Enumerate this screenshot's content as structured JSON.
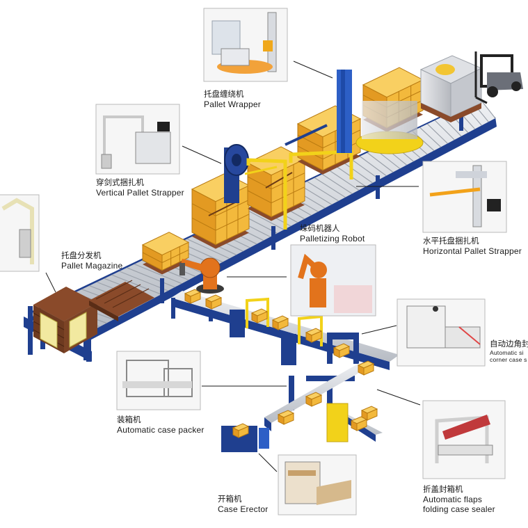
{
  "machines": {
    "pallet_wrapper": {
      "cn": "托盘缠绕机",
      "en": "Pallet Wrapper"
    },
    "vertical_strapper": {
      "cn": "穿剑式捆扎机",
      "en": "Vertical Pallet Strapper"
    },
    "horizontal_strapper": {
      "cn": "水平托盘捆扎机",
      "en": "Horizontal Pallet Strapper"
    },
    "pallet_magazine": {
      "cn": "托盘分发机",
      "en": "Pallet Magazine"
    },
    "palletizing_robot": {
      "cn": "垛码机器人",
      "en": "Palletizing Robot"
    },
    "corner_sealer": {
      "cn": "自动边角封",
      "en_line1": "Automatic si",
      "en_line2": "corner case s"
    },
    "case_packer": {
      "cn": "装箱机",
      "en": "Automatic case packer"
    },
    "flap_sealer": {
      "cn": "折盖封箱机",
      "en_line1": "Automatic flaps",
      "en_line2": "folding case sealer"
    },
    "case_erector": {
      "cn": "开箱机",
      "en": "Case Erector"
    }
  },
  "colors": {
    "frame_blue": "#1f3f8f",
    "roller_grey": "#d5d8dd",
    "box_yellow": "#f0b531",
    "box_edge": "#b97a10",
    "pallet_brown": "#8a4a2a",
    "guard_yellow": "#f2d21a",
    "robot_orange": "#e2731c"
  }
}
